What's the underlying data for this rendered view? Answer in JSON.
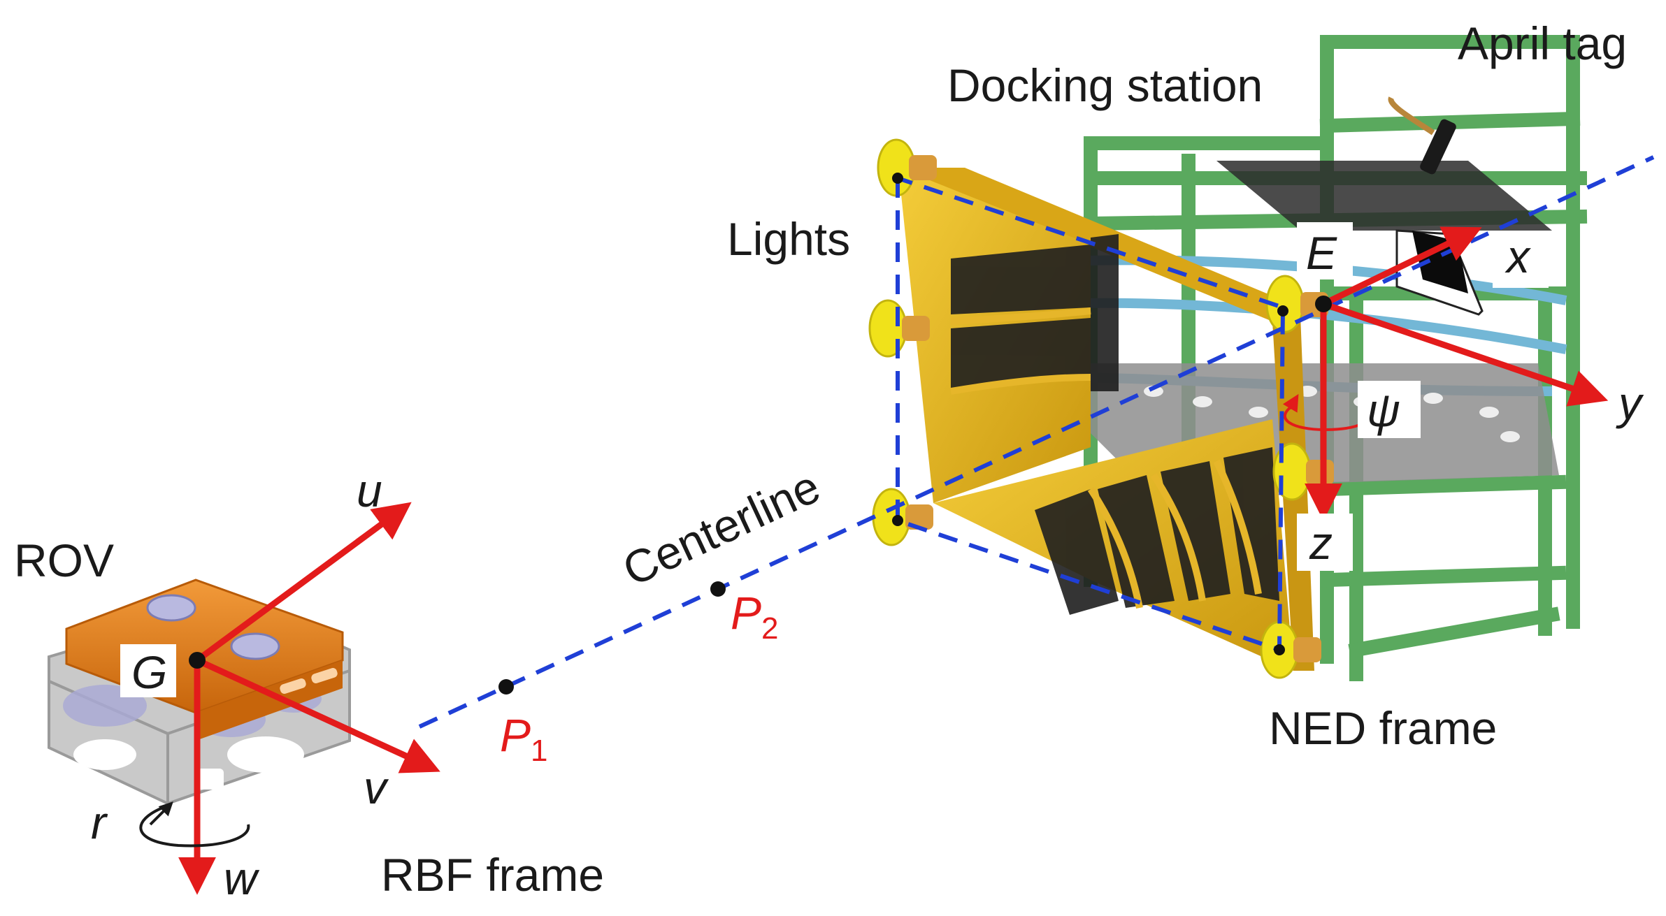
{
  "labels": {
    "april_tag": "April tag",
    "docking_station": "Docking station",
    "lights": "Lights",
    "rov": "ROV",
    "centerline": "Centerline",
    "ned_frame": "NED frame",
    "rbf_frame": "RBF frame"
  },
  "ned_axes": {
    "origin": "E",
    "x": "x",
    "y": "y",
    "z": "z",
    "yaw": "ψ"
  },
  "rbf_axes": {
    "origin": "G",
    "u": "u",
    "v": "v",
    "w": "w",
    "r": "r"
  },
  "points": {
    "p1": {
      "letter": "P",
      "subscript": "1"
    },
    "p2": {
      "letter": "P",
      "subscript": "2"
    }
  },
  "colors": {
    "axis": "#e31b1b",
    "dashed_line": "#1f3fd6",
    "frame_green": "#6fbf73",
    "funnel_yellow": "#e8b91c",
    "rov_orange": "#e67e12",
    "light_yellow": "#f0e21a"
  }
}
